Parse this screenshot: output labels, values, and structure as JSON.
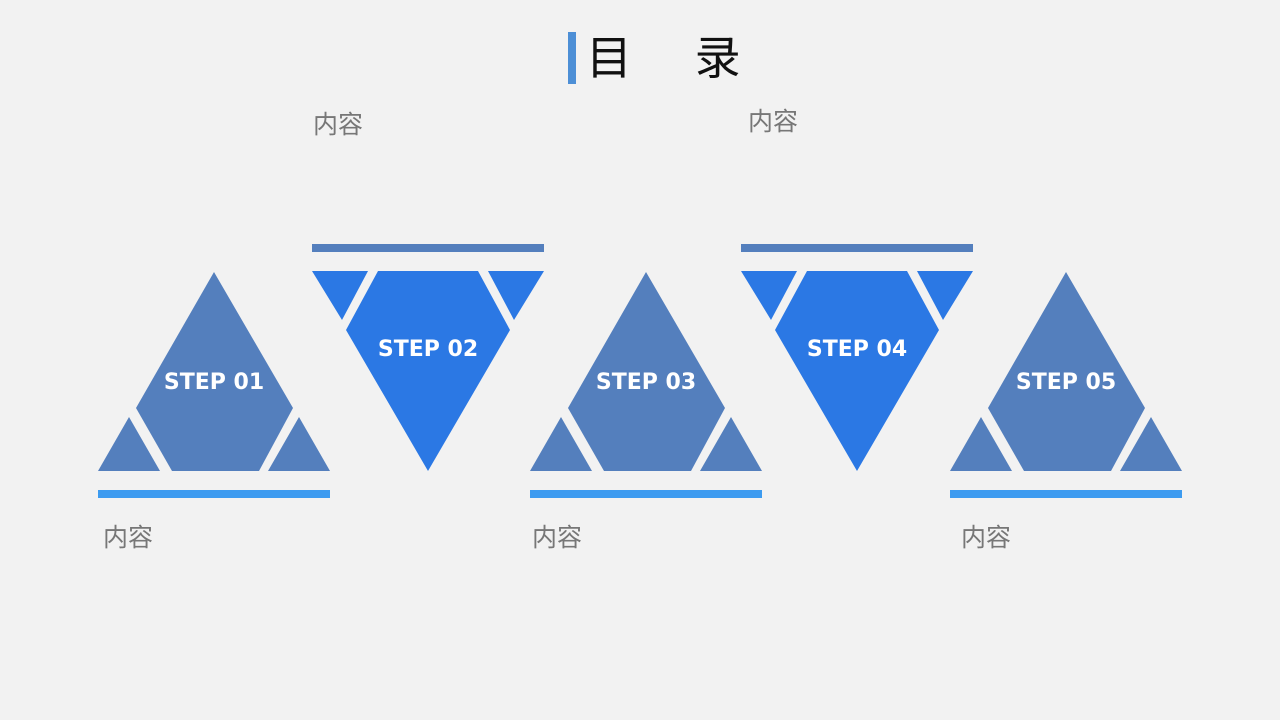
{
  "title": "目 录",
  "colors": {
    "background": "#f2f2f2",
    "up_triangle": "#547fbd",
    "down_triangle": "#2b78e4",
    "bottom_bar": "#3d9bf0",
    "top_bar": "#547fbd",
    "title_accent": "#4d8fd6",
    "label_text": "#777777",
    "step_text": "#ffffff"
  },
  "steps": [
    {
      "label": "STEP 01",
      "orientation": "up",
      "caption": "内容"
    },
    {
      "label": "STEP 02",
      "orientation": "down",
      "caption": "内容"
    },
    {
      "label": "STEP 03",
      "orientation": "up",
      "caption": "内容"
    },
    {
      "label": "STEP 04",
      "orientation": "down",
      "caption": "内容"
    },
    {
      "label": "STEP 05",
      "orientation": "up",
      "caption": "内容"
    }
  ]
}
